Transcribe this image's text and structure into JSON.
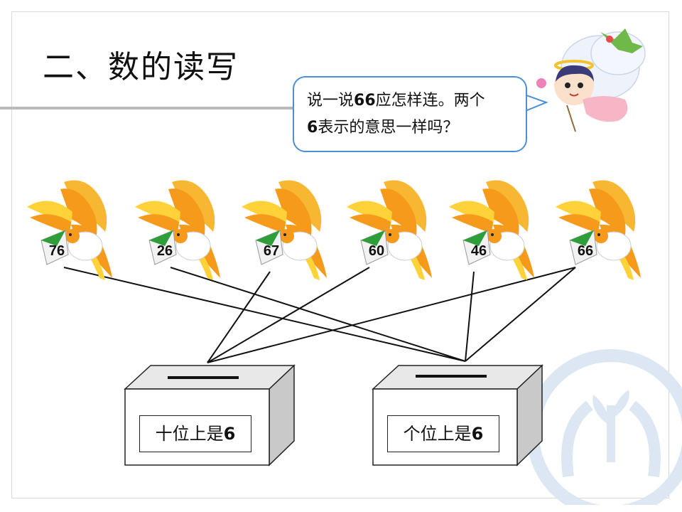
{
  "title": "二、数的读写",
  "bubble": {
    "line1_pre": "说一说",
    "line1_num": "66",
    "line1_post": "应怎样连。两个",
    "line2_num": "6",
    "line2_post": "表示的意思一样吗？"
  },
  "birds": [
    {
      "number": "76"
    },
    {
      "number": "26"
    },
    {
      "number": "67"
    },
    {
      "number": "60"
    },
    {
      "number": "46"
    },
    {
      "number": "66"
    }
  ],
  "boxes": [
    {
      "label_text": "十位上是",
      "label_num": "6"
    },
    {
      "label_text": "个位上是",
      "label_num": "6"
    }
  ],
  "colors": {
    "bubble_border": "#4a90d9",
    "bird_orange": "#f59a1b",
    "bird_yellow": "#ffd23a",
    "envelope_green": "#2e9e3a",
    "box_gray": "#d2d2d2",
    "watermark": "#dce7f3"
  }
}
